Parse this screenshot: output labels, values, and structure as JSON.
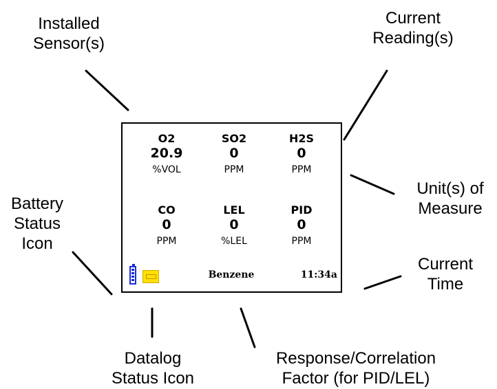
{
  "callouts": {
    "installed_sensors": [
      "Installed",
      "Sensor(s)"
    ],
    "current_readings": [
      "Current",
      "Reading(s)"
    ],
    "units_of_measure": [
      "Unit(s) of",
      "Measure"
    ],
    "battery_status": [
      "Battery",
      "Status",
      "Icon"
    ],
    "current_time": [
      "Current",
      "Time"
    ],
    "datalog_status": [
      "Datalog",
      "Status Icon"
    ],
    "response_factor": [
      "Response/Correlation",
      "Factor (for PID/LEL)"
    ]
  },
  "display": {
    "sensors": [
      {
        "name": "O2",
        "value": "20.9",
        "unit": "%VOL"
      },
      {
        "name": "SO2",
        "value": "0",
        "unit": "PPM"
      },
      {
        "name": "H2S",
        "value": "0",
        "unit": "PPM"
      },
      {
        "name": "CO",
        "value": "0",
        "unit": "PPM"
      },
      {
        "name": "LEL",
        "value": "0",
        "unit": "%LEL"
      },
      {
        "name": "PID",
        "value": "0",
        "unit": "PPM"
      }
    ],
    "correlation_factor": "Benzene",
    "time": "11:34a",
    "battery_icon": "battery-icon",
    "datalog_icon": "datalog-icon",
    "colors": {
      "battery": "#1a2bd8",
      "datalog": "#ffe100"
    }
  }
}
